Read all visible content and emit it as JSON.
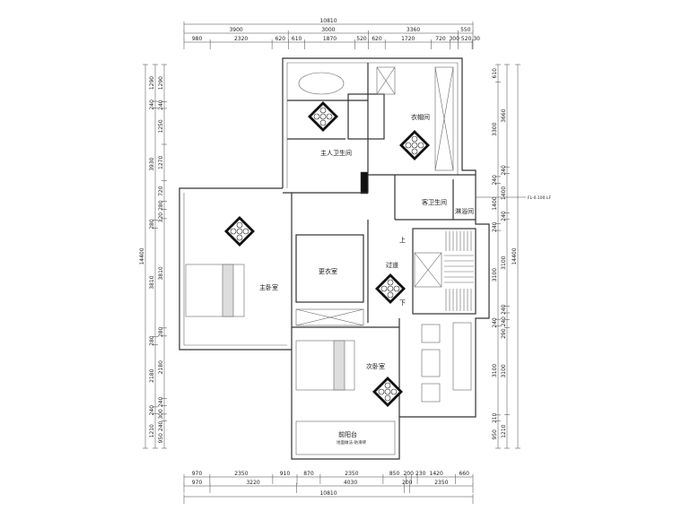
{
  "rooms": {
    "closet": "衣帽间",
    "master_bath": "主人卫生间",
    "guest_bath": "客卫生间",
    "shower": "淋浴间",
    "master_bedroom": "主卧室",
    "dressing_room": "更衣室",
    "corridor": "过道",
    "second_bedroom": "次卧室",
    "front_balcony": "前阳台",
    "balcony_note": "地面做法-防滑砖",
    "stair_up": "上",
    "stair_down": "下"
  },
  "elevation_mark": "FL-0.100 LF",
  "dimensions": {
    "top_total": [
      "10810"
    ],
    "top_row2": [
      3900,
      3000,
      3360,
      550
    ],
    "top_row3": [
      980,
      2320,
      620,
      610,
      1870,
      520,
      620,
      1720,
      720,
      300,
      520,
      30
    ],
    "bottom_row1": [
      970,
      2350,
      910,
      870,
      2350,
      850,
      200,
      230,
      1420,
      660
    ],
    "bottom_row2": [
      970,
      3220,
      4030,
      200,
      2350
    ],
    "bottom_total": [
      "10810"
    ],
    "left_total": [
      "14400"
    ],
    "left_col1": [
      1290,
      240,
      3930,
      280,
      3810,
      280,
      2180,
      240,
      1210
    ],
    "left_col2": [
      1290,
      240,
      1250,
      1270,
      720,
      280,
      320,
      3810,
      280,
      2180,
      240,
      300,
      240,
      950
    ],
    "right_col1": [
      610,
      3300,
      240,
      1400,
      240,
      3100,
      240,
      3100,
      210,
      950
    ],
    "right_col2": [
      3660,
      240,
      1400,
      240,
      3100,
      240,
      240,
      290,
      3100,
      1210
    ],
    "right_total": [
      "14400"
    ]
  }
}
